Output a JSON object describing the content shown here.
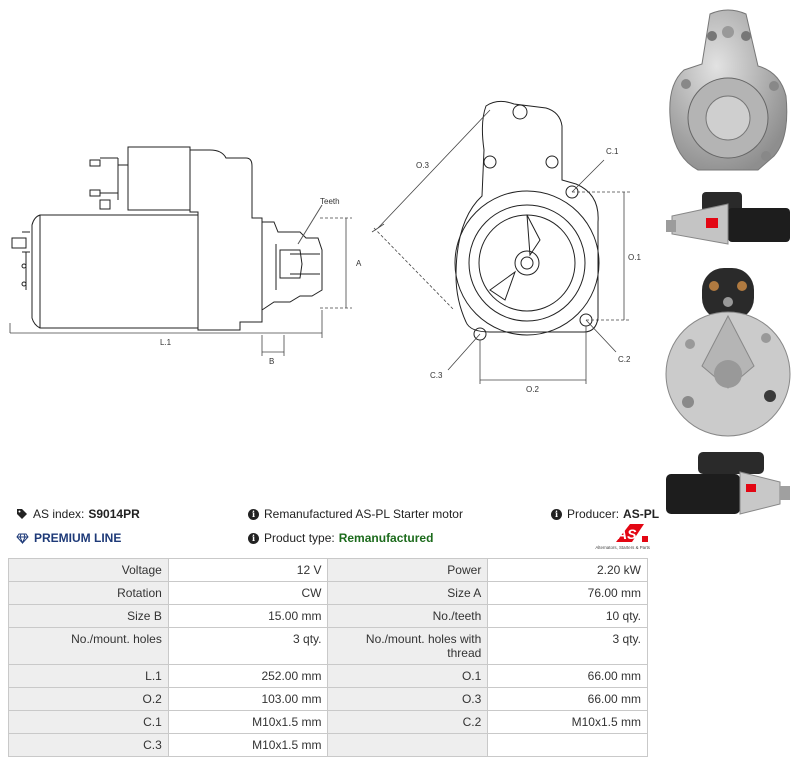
{
  "drawing": {
    "labels": {
      "teeth": "Teeth",
      "a": "A",
      "l1": "L.1",
      "b": "B",
      "o3": "O.3",
      "c1": "C.1",
      "o1": "O.1",
      "c2": "C.2",
      "c3": "C.3",
      "o2": "O.2"
    }
  },
  "info": {
    "as_index_label": "AS index:",
    "as_index_value": "S9014PR",
    "description": "Remanufactured AS-PL Starter motor",
    "producer_label": "Producer:",
    "producer_value": "AS-PL",
    "premium_line": "PREMIUM LINE",
    "product_type_label": "Product type:",
    "product_type_value": "Remanufactured"
  },
  "logo": {
    "text": "AS",
    "subtitle": "Alternators, Starters & Parts",
    "color": "#e30613"
  },
  "specs": [
    {
      "l1": "Voltage",
      "v1": "12 V",
      "l2": "Power",
      "v2": "2.20 kW"
    },
    {
      "l1": "Rotation",
      "v1": "CW",
      "l2": "Size A",
      "v2": "76.00 mm"
    },
    {
      "l1": "Size B",
      "v1": "15.00 mm",
      "l2": "No./teeth",
      "v2": "10 qty."
    },
    {
      "l1": "No./mount. holes",
      "v1": "3 qty.",
      "l2": "No./mount. holes with thread",
      "v2": "3 qty."
    },
    {
      "l1": "L.1",
      "v1": "252.00 mm",
      "l2": "O.1",
      "v2": "66.00 mm"
    },
    {
      "l1": "O.2",
      "v1": "103.00 mm",
      "l2": "O.3",
      "v2": "66.00 mm"
    },
    {
      "l1": "C.1",
      "v1": "M10x1.5 mm",
      "l2": "C.2",
      "v2": "M10x1.5 mm"
    },
    {
      "l1": "C.3",
      "v1": "M10x1.5 mm",
      "l2": "",
      "v2": ""
    }
  ]
}
